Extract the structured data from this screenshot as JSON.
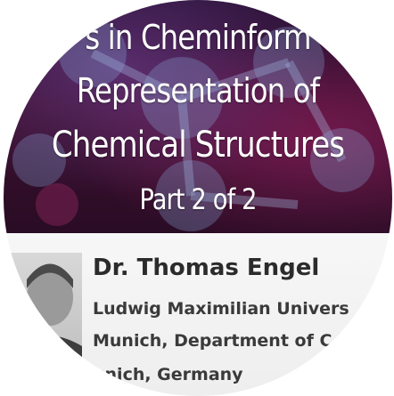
{
  "banner": {
    "line1": "s in Cheminform",
    "line2": "Representation of",
    "line3": "Chemical Structures",
    "line4": "Part 2 of 2"
  },
  "speaker": {
    "name": "Dr. Thomas Engel",
    "affiliation_line1": "Ludwig Maximilian Univers",
    "affiliation_line2": "Munich, Department of C",
    "affiliation_line3": "unich, Germany"
  },
  "colors": {
    "banner_dark": "#2a1136",
    "banner_accent": "#be2878",
    "text_white": "#ffffff",
    "name_text": "#2b2b2b"
  }
}
